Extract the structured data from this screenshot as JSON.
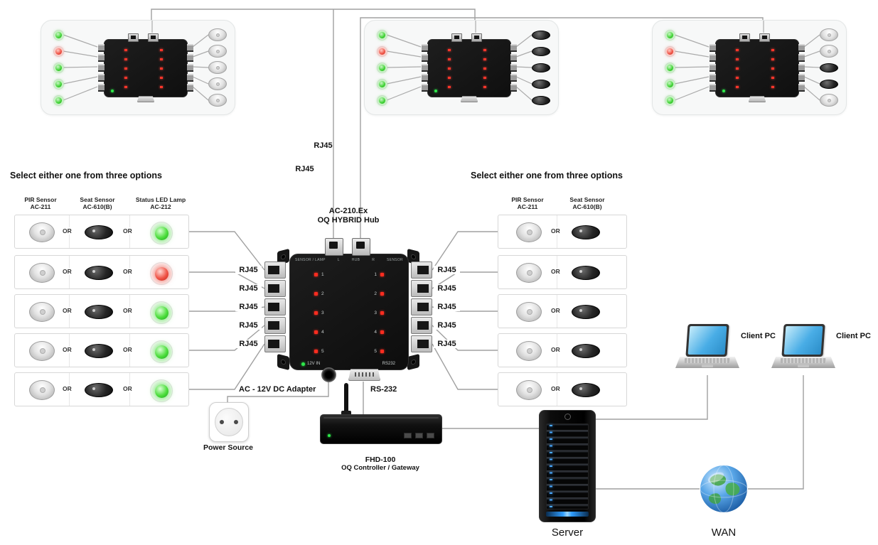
{
  "diagram": {
    "uplink_label_a": "RJ45",
    "uplink_label_b": "RJ45",
    "hub": {
      "title_line1": "AC-210.Ex",
      "title_line2": "OQ HYBRID Hub",
      "header_items": [
        "SENSOR / LAMP",
        "L",
        "HUB",
        "R",
        "SENSOR"
      ],
      "channels": [
        "1",
        "2",
        "3",
        "4",
        "5"
      ],
      "power_label": "12V IN",
      "serial_label": "RS232"
    },
    "left_group": {
      "heading": "Select either one from three options",
      "columns": [
        {
          "line1": "PIR Sensor",
          "line2": "AC-211"
        },
        {
          "line1": "Seat Sensor",
          "line2": "AC-610(B)"
        },
        {
          "line1": "Status LED Lamp",
          "line2": "AC-212"
        }
      ],
      "or": "OR",
      "rows": [
        {
          "lamp": "green"
        },
        {
          "lamp": "red"
        },
        {
          "lamp": "green"
        },
        {
          "lamp": "green"
        },
        {
          "lamp": "green"
        }
      ],
      "port_labels": [
        "RJ45",
        "RJ45",
        "RJ45",
        "RJ45",
        "RJ45"
      ]
    },
    "right_group": {
      "heading": "Select either one from three options",
      "columns": [
        {
          "line1": "PIR Sensor",
          "line2": "AC-211"
        },
        {
          "line1": "Seat Sensor",
          "line2": "AC-610(B)"
        }
      ],
      "or": "OR",
      "port_labels": [
        "RJ45",
        "RJ45",
        "RJ45",
        "RJ45",
        "RJ45"
      ]
    },
    "satellite_panels": [
      {
        "leds": [
          "green",
          "red",
          "green",
          "green",
          "green"
        ],
        "devices": [
          "dome",
          "dome",
          "dome",
          "dome",
          "dome"
        ]
      },
      {
        "leds": [
          "green",
          "red",
          "green",
          "green",
          "green"
        ],
        "devices": [
          "seat",
          "seat",
          "seat",
          "seat",
          "seat"
        ]
      },
      {
        "leds": [
          "green",
          "red",
          "green",
          "green",
          "green"
        ],
        "devices": [
          "dome",
          "dome",
          "seat",
          "seat",
          "dome"
        ]
      }
    ],
    "power": {
      "adapter_label": "AC - 12V DC Adapter",
      "source_label": "Power Source"
    },
    "gateway": {
      "serial_label": "RS-232",
      "name": "FHD-100",
      "subtitle": "OQ Controller / Gateway"
    },
    "server_label": "Server",
    "wan_label": "WAN",
    "client_pcs": [
      "Client PC",
      "Client PC"
    ],
    "colors": {
      "status_green": "#3ed332",
      "status_red": "#ef5143",
      "hub_led_red": "#ff2d20",
      "server_led_blue": "#2f9dff",
      "screen_blue": "#49ade6",
      "wire_gray": "#a0a0a0"
    }
  }
}
